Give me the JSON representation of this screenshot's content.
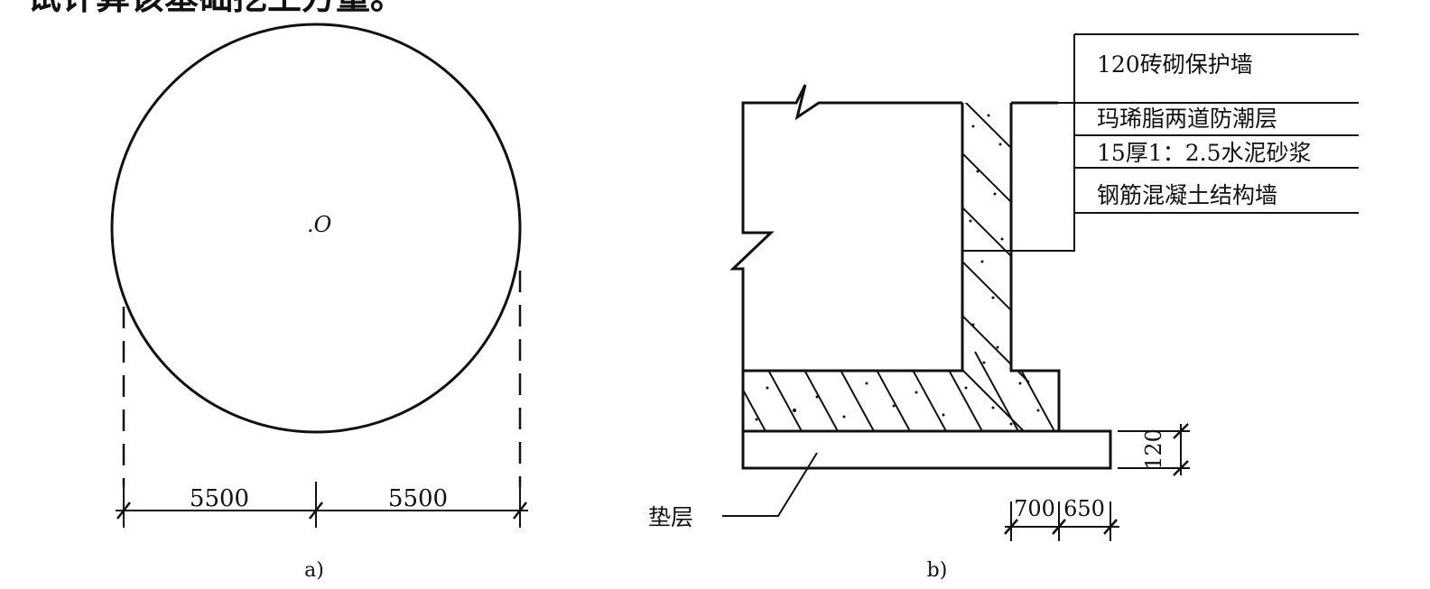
{
  "header_text": "试计算该基础挖土方量。",
  "figure_a": {
    "center_label": ".O",
    "dim_left": "5500",
    "dim_right": "5500",
    "caption": "a)"
  },
  "figure_b": {
    "layers": [
      "120砖砌保护墙",
      "玛琋脂两道防潮层",
      "15厚1：2.5水泥砂浆",
      "钢筋混凝土结构墙"
    ],
    "pad_label": "垫层",
    "dim_vertical": "120",
    "dim_bottom_left": "700",
    "dim_bottom_right": "650",
    "caption": "b)"
  }
}
